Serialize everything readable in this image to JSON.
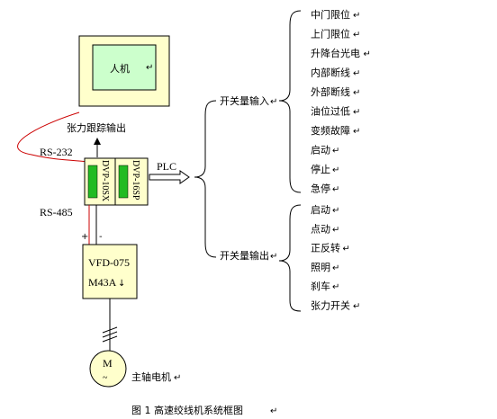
{
  "hmi": {
    "label": "人机"
  },
  "feedback": {
    "label": "张力跟踪输出"
  },
  "ports": {
    "rs232": "RS-232",
    "rs485": "RS-485",
    "plus": "+",
    "minus": "-"
  },
  "plc": {
    "label": "PLC",
    "module1": "DVP-10SX",
    "module2": "DVP-16SP"
  },
  "vfd": {
    "line1": "VFD-075",
    "line2": "M43A",
    "line2_suffix": "↓"
  },
  "motor": {
    "symbol": "M",
    "tilde": "~",
    "label": "主轴电机",
    "label_suffix": "↵"
  },
  "inputs": {
    "group_label": "开关量输入",
    "items": [
      "中门限位",
      "上门限位",
      "升降台光电",
      "内部断线",
      "外部断线",
      "油位过低",
      "变频故障",
      "启动",
      "停止",
      "急停"
    ]
  },
  "outputs": {
    "group_label": "开关量输出",
    "items": [
      "启动",
      "点动",
      "正反转",
      "照明",
      "刹车",
      "张力开关"
    ]
  },
  "para_mark": "↵",
  "caption": "图 1 高速绞线机系统框图"
}
